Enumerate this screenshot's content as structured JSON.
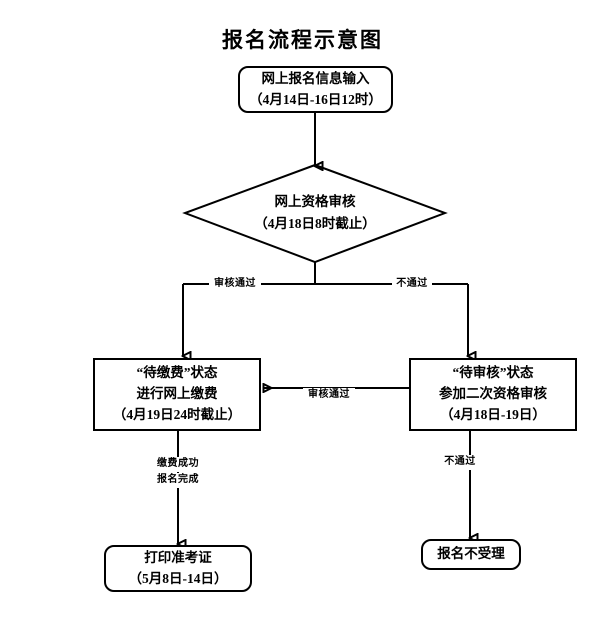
{
  "diagram": {
    "title": "报名流程示意图",
    "type": "flowchart",
    "nodes": [
      {
        "id": "online-registration-input",
        "shape": "rounded-rect",
        "lines": [
          "网上报名信息输入",
          "（4月14日-16日12时）"
        ]
      },
      {
        "id": "online-qualification-review",
        "shape": "diamond",
        "lines": [
          "网上资格审核",
          "（4月18日8时截止）"
        ]
      },
      {
        "id": "pending-payment-status",
        "shape": "rect",
        "lines": [
          "“待缴费”状态",
          "进行网上缴费",
          "（4月19日24时截止）"
        ]
      },
      {
        "id": "pending-review-status",
        "shape": "rect",
        "lines": [
          "“待审核”状态",
          "参加二次资格审核",
          "（4月18日-19日）"
        ]
      },
      {
        "id": "print-admission-ticket",
        "shape": "rounded-rect",
        "lines": [
          "打印准考证",
          "（5月8日-14日）"
        ]
      },
      {
        "id": "registration-rejected",
        "shape": "rounded-rect",
        "lines": [
          "报名不受理"
        ]
      }
    ],
    "edge_labels": {
      "review_passed_left": "审核通过",
      "review_failed_right": "不通过",
      "review_passed_middle": "审核通过",
      "payment_success": "缴费成功",
      "registration_complete": "报名完成",
      "review_failed_bottom": "不通过"
    },
    "colors": {
      "stroke": "#000000",
      "background": "#ffffff",
      "text": "#000000"
    }
  }
}
